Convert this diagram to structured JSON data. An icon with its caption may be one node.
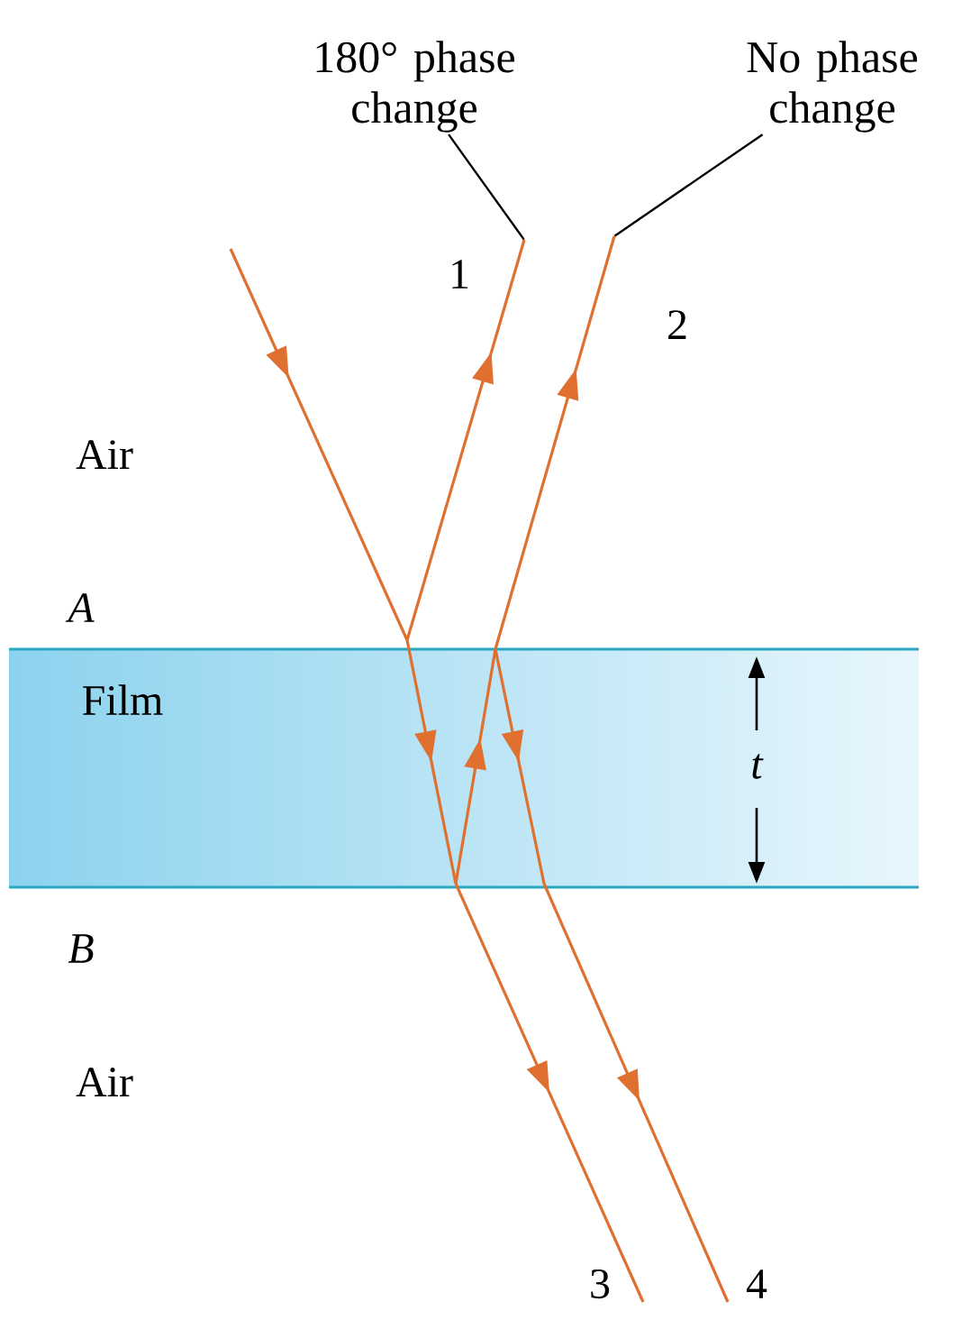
{
  "diagram": {
    "nodes": [
      {
        "text": [
          "180° phase change"
        ]
      },
      {
        "text": [
          "No phase change"
        ]
      },
      {
        "text": [],
        "shape": "line"
      },
      {
        "text": [],
        "shape": "line"
      }
    ],
    "edges": [
      {
        "from": 0,
        "to": 2,
        "arrow": "none"
      },
      {
        "from": 1,
        "to": 3,
        "arrow": "none"
      }
    ],
    "labels": [
      "1",
      "2",
      "Air",
      "A",
      "Film",
      "t",
      "B",
      "Air",
      "3",
      "4"
    ]
  }
}
